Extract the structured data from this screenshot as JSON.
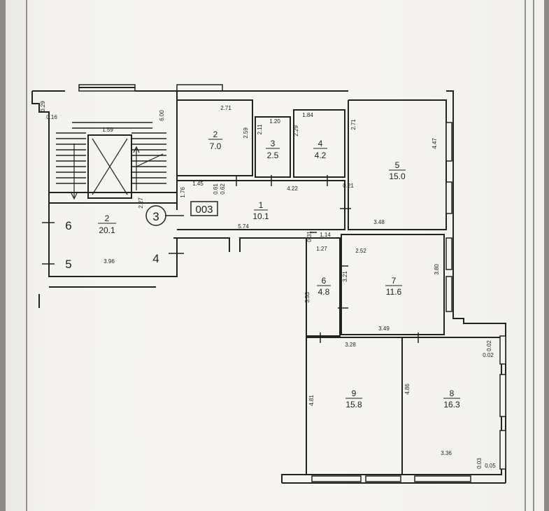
{
  "stair_label": "003",
  "axis_marks": {
    "axis_3": "3",
    "axis_4": "4",
    "axis_5": "5",
    "axis_6": "6"
  },
  "rooms": [
    {
      "number": "1",
      "area": "10.1"
    },
    {
      "number": "2",
      "area": "20.1"
    },
    {
      "number": "2",
      "area": "7.0"
    },
    {
      "number": "3",
      "area": "2.5"
    },
    {
      "number": "4",
      "area": "4.2"
    },
    {
      "number": "5",
      "area": "15.0"
    },
    {
      "number": "6",
      "area": "4.8"
    },
    {
      "number": "7",
      "area": "11.6"
    },
    {
      "number": "8",
      "area": "16.3"
    },
    {
      "number": "9",
      "area": "15.8"
    }
  ],
  "dimensions": [
    "0.29",
    "0.16",
    "6.00",
    "1.59",
    "2.27",
    "3.96",
    "2.71",
    "2.59",
    "1.20",
    "2.11",
    "1.84",
    "2.29",
    "2.71",
    "4.47",
    "1.45",
    "1.76",
    "0.61",
    "0.62",
    "4.22",
    "0.21",
    "5.74",
    "3.48",
    "0.31",
    "1.14",
    "1.27",
    "2.52",
    "3.21",
    "3.80",
    "3.53",
    "3.49",
    "3.28",
    "0.02",
    "0.02",
    "4.81",
    "4.86",
    "3.36",
    "0.03",
    "0.05"
  ]
}
